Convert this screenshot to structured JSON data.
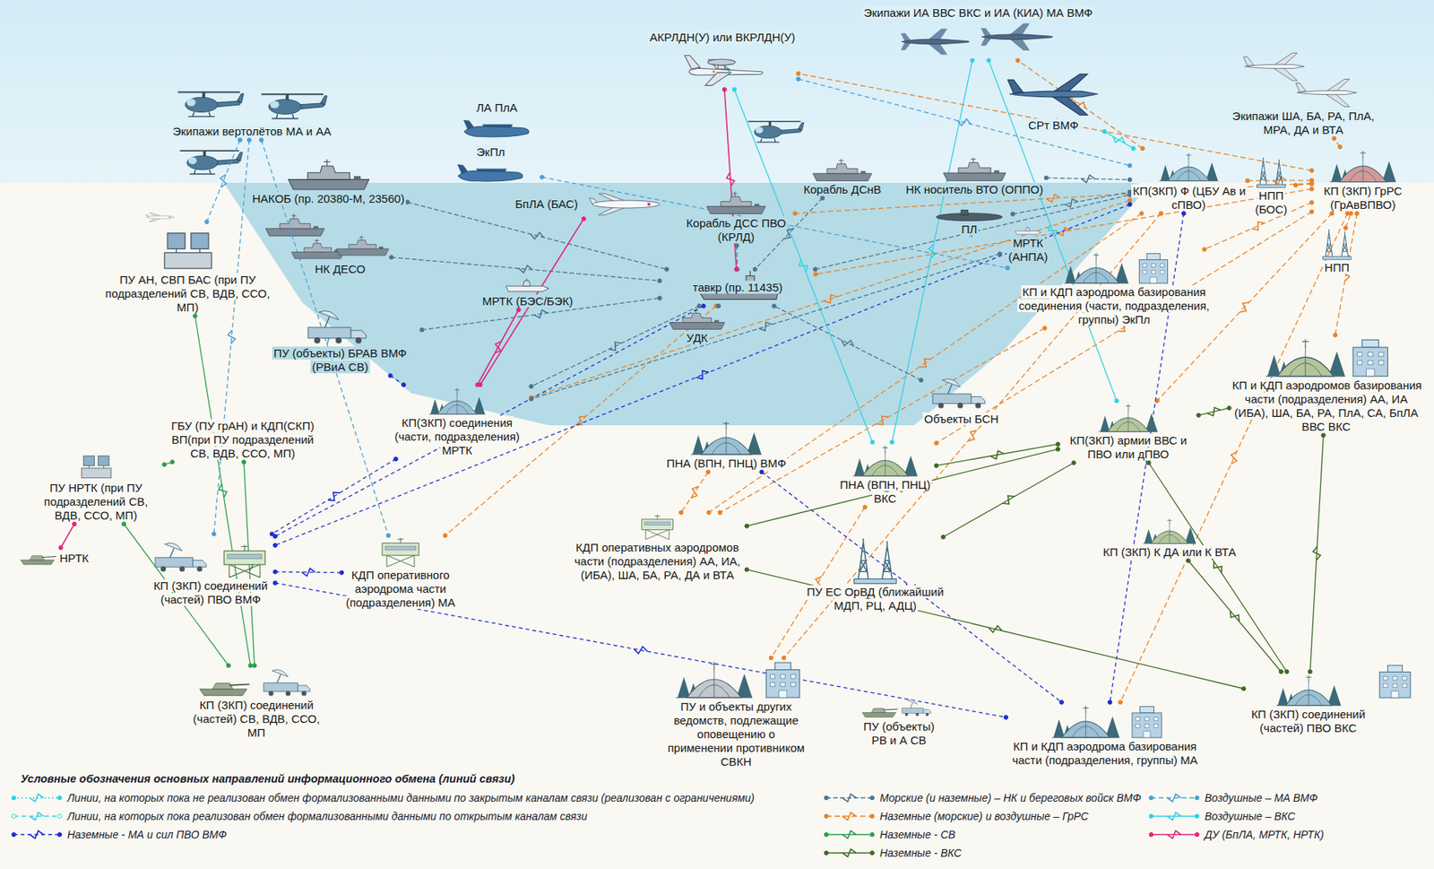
{
  "diagram": {
    "nodes": [
      {
        "text": [
          "Экипажи ИА ВВС ВКС и ИА (КИА) МА ВМФ"
        ]
      },
      {
        "text": [
          "АКРЛДН(У) или ВКРЛДН(У)"
        ]
      },
      {
        "text": [
          "Экипажи вертолётов МА и АА"
        ]
      },
      {
        "text": [
          "ЛА ПлА"
        ]
      },
      {
        "text": [
          "ЭкПл"
        ]
      },
      {
        "text": [
          "СРт ВМФ"
        ]
      },
      {
        "text": [
          "Экипажи ША, БА, РА, ПлА, МРА, ДА и ВТА"
        ]
      },
      {
        "text": [
          "НАКОБ (пр. 20380-М, 23560)"
        ]
      },
      {
        "text": [
          "Корабль ДСнВ"
        ]
      },
      {
        "text": [
          "НК носитель ВТО (ОППО)"
        ]
      },
      {
        "text": [
          "КП(ЗКП) Ф (ЦБУ Ав и сПВО)"
        ]
      },
      {
        "text": [
          "НПП (БОС)"
        ]
      },
      {
        "text": [
          "КП (ЗКП) ГрРС (ГрАвВПВО)"
        ]
      },
      {
        "text": [
          "БпЛА (БАС)"
        ]
      },
      {
        "text": [
          "Корабль ДСС ПВО (КРЛД)"
        ]
      },
      {
        "text": [
          "ПЛ"
        ]
      },
      {
        "text": [
          "МРТК (АНПА)"
        ]
      },
      {
        "text": [
          "НК ДЕСО"
        ]
      },
      {
        "text": [
          "НПП"
        ]
      },
      {
        "text": [
          "ПУ АН, СВП БАС (при ПУ подразделений СВ, ВДВ, ССО, МП)"
        ]
      },
      {
        "text": [
          "КП и КДП аэродрома базирования соединения (части, подразделения, группы) ЭкПл"
        ]
      },
      {
        "text": [
          "МРТК (БЭС/БЭК)"
        ]
      },
      {
        "text": [
          "тавкр (пр. 11435)"
        ]
      },
      {
        "text": [
          "УДК"
        ]
      },
      {
        "text": [
          "ПУ (объекты) БРАВ ВМФ (РВиА СВ)"
        ]
      },
      {
        "text": [
          "КП и КДП аэродромов базирования части (подразделения) АА, ИА (ИБА), ША, БА, РА, ПлА, СА, БпЛА ВВС ВКС"
        ]
      },
      {
        "text": [
          "Объекты БСН"
        ]
      },
      {
        "text": [
          "ГБУ (ПУ грАН) и КДП(СКП) ВП(при ПУ подразделений СВ, ВДВ, ССО, МП)"
        ]
      },
      {
        "text": [
          "КП(ЗКП) соединения (части, подразделения) МРТК"
        ]
      },
      {
        "text": [
          "КП(ЗКП) армии ВВС и ПВО или дПВО"
        ]
      },
      {
        "text": [
          "ПНА (ВПН, ПНЦ) ВМФ"
        ]
      },
      {
        "text": [
          "ПНА (ВПН, ПНЦ) ВКС"
        ]
      },
      {
        "text": [
          "ПУ НРТК (при ПУ подразделений СВ, ВДВ, ССО, МП)"
        ]
      },
      {
        "text": [
          "НРТК"
        ]
      },
      {
        "text": [
          "КДП оперативных аэродромов части (подразделения) АА, ИА, (ИБА), ША, БА, РА, ДА и ВТА"
        ]
      },
      {
        "text": [
          "КП (ЗКП) К ДА или К ВТА"
        ]
      },
      {
        "text": [
          "КП (ЗКП) соединений (частей) ПВО ВМФ"
        ]
      },
      {
        "text": [
          "КДП оперативного аэродрома части (подразделения) МА"
        ]
      },
      {
        "text": [
          "ПУ ЕС ОрВД (ближайший МДП, РЦ, АДЦ)"
        ]
      },
      {
        "text": [
          "ПУ и объекты других ведомств, подлежащие оповещению о применении противником СВКН"
        ]
      },
      {
        "text": [
          "КП (ЗКП) соединений (частей) СВ, ВДВ, ССО, МП"
        ]
      },
      {
        "text": [
          "ПУ (объекты) РВ и А СВ"
        ]
      },
      {
        "text": [
          "КП и КДП аэродрома базирования части (подразделения, группы) МА"
        ]
      },
      {
        "text": [
          "КП (ЗКП) соединений (частей) ПВО ВКС"
        ]
      }
    ],
    "edges": [
      {
        "from": 12,
        "to": 1,
        "arrow": "none"
      },
      {
        "from": 12,
        "to": 6,
        "arrow": "none"
      },
      {
        "from": 12,
        "to": 10,
        "arrow": "none"
      },
      {
        "from": 12,
        "to": 14,
        "arrow": "none"
      },
      {
        "from": 12,
        "to": 22,
        "arrow": "none"
      },
      {
        "from": 12,
        "to": 31,
        "arrow": "none"
      },
      {
        "from": 12,
        "to": 42,
        "arrow": "none"
      },
      {
        "from": 12,
        "to": 29,
        "arrow": "none"
      },
      {
        "from": 12,
        "to": 25,
        "arrow": "none"
      },
      {
        "from": 12,
        "to": 20,
        "arrow": "none"
      },
      {
        "from": 10,
        "to": 0,
        "arrow": "none"
      },
      {
        "from": 10,
        "to": 28,
        "arrow": "none"
      },
      {
        "from": 10,
        "to": 34,
        "arrow": "none"
      },
      {
        "from": 22,
        "to": 37,
        "arrow": "none"
      },
      {
        "from": 30,
        "to": 34,
        "arrow": "none"
      },
      {
        "from": 20,
        "to": 34,
        "arrow": "none"
      },
      {
        "from": 31,
        "to": 39,
        "arrow": "none"
      },
      {
        "from": 10,
        "to": 39,
        "arrow": "none"
      },
      {
        "from": 12,
        "to": 11,
        "arrow": "none"
      },
      {
        "from": 18,
        "to": 12,
        "arrow": "none"
      },
      {
        "from": 10,
        "to": 36,
        "arrow": "none"
      },
      {
        "from": 36,
        "to": 37,
        "arrow": "none"
      },
      {
        "from": 36,
        "to": 42,
        "arrow": "none"
      },
      {
        "from": 10,
        "to": 42,
        "arrow": "none"
      },
      {
        "from": 22,
        "to": 36,
        "arrow": "none"
      },
      {
        "from": 30,
        "to": 42,
        "arrow": "none"
      },
      {
        "from": 28,
        "to": 36,
        "arrow": "none"
      },
      {
        "from": 24,
        "to": 28,
        "arrow": "none"
      },
      {
        "from": 32,
        "to": 40,
        "arrow": "none"
      },
      {
        "from": 19,
        "to": 40,
        "arrow": "none"
      },
      {
        "from": 27,
        "to": 40,
        "arrow": "none"
      },
      {
        "from": 32,
        "to": 27,
        "arrow": "none"
      },
      {
        "from": 29,
        "to": 34,
        "arrow": "none"
      },
      {
        "from": 29,
        "to": 38,
        "arrow": "none"
      },
      {
        "from": 29,
        "to": 43,
        "arrow": "none"
      },
      {
        "from": 25,
        "to": 43,
        "arrow": "none"
      },
      {
        "from": 35,
        "to": 43,
        "arrow": "none"
      },
      {
        "from": 34,
        "to": 43,
        "arrow": "none"
      },
      {
        "from": 29,
        "to": 25,
        "arrow": "none"
      },
      {
        "from": 29,
        "to": 31,
        "arrow": "none"
      },
      {
        "from": 0,
        "to": 31,
        "arrow": "none"
      },
      {
        "from": 1,
        "to": 31,
        "arrow": "none"
      },
      {
        "from": 0,
        "to": 29,
        "arrow": "none"
      },
      {
        "from": 5,
        "to": 10,
        "arrow": "none"
      },
      {
        "from": 2,
        "to": 36,
        "arrow": "none"
      },
      {
        "from": 2,
        "to": 37,
        "arrow": "none"
      },
      {
        "from": 4,
        "to": 20,
        "arrow": "none"
      },
      {
        "from": 1,
        "to": 10,
        "arrow": "none"
      },
      {
        "from": 2,
        "to": 19,
        "arrow": "none"
      },
      {
        "from": 7,
        "to": 22,
        "arrow": "none"
      },
      {
        "from": 17,
        "to": 22,
        "arrow": "none"
      },
      {
        "from": 8,
        "to": 22,
        "arrow": "none"
      },
      {
        "from": 14,
        "to": 22,
        "arrow": "none"
      },
      {
        "from": 9,
        "to": 10,
        "arrow": "none"
      },
      {
        "from": 15,
        "to": 10,
        "arrow": "none"
      },
      {
        "from": 23,
        "to": 22,
        "arrow": "none"
      },
      {
        "from": 24,
        "to": 22,
        "arrow": "none"
      },
      {
        "from": 26,
        "to": 22,
        "arrow": "none"
      },
      {
        "from": 22,
        "to": 28,
        "arrow": "none"
      },
      {
        "from": 22,
        "to": 10,
        "arrow": "none"
      },
      {
        "from": 16,
        "to": 28,
        "arrow": "none"
      },
      {
        "from": 13,
        "to": 28,
        "arrow": "none"
      },
      {
        "from": 21,
        "to": 28,
        "arrow": "none"
      },
      {
        "from": 32,
        "to": 33,
        "arrow": "none"
      },
      {
        "from": 1,
        "to": 22,
        "arrow": "none"
      }
    ],
    "labels": [
      "Условные обозначения основных направлений информационного обмена (линий связи)"
    ],
    "legend": [
      {
        "text": "Линии, на которых пока не реализован обмен формализованными данными по закрытым каналам связи (реализован с ограничениями)"
      },
      {
        "text": "Линии, на которых пока реализован обмен формализованными данными по открытым каналам связи"
      },
      {
        "text": "Наземные - МА и сил ПВО ВМФ"
      },
      {
        "text": "Морские (и наземные) – НК и береговых войск ВМФ"
      },
      {
        "text": "Наземные (морские) и воздушные – ГрРС"
      },
      {
        "text": "Наземные - СВ"
      },
      {
        "text": "Наземные - ВКС"
      },
      {
        "text": "Воздушные – МА ВМФ"
      },
      {
        "text": "Воздушные – ВКС"
      },
      {
        "text": "ДУ (БпЛА, МРТК, НРТК)"
      }
    ]
  }
}
